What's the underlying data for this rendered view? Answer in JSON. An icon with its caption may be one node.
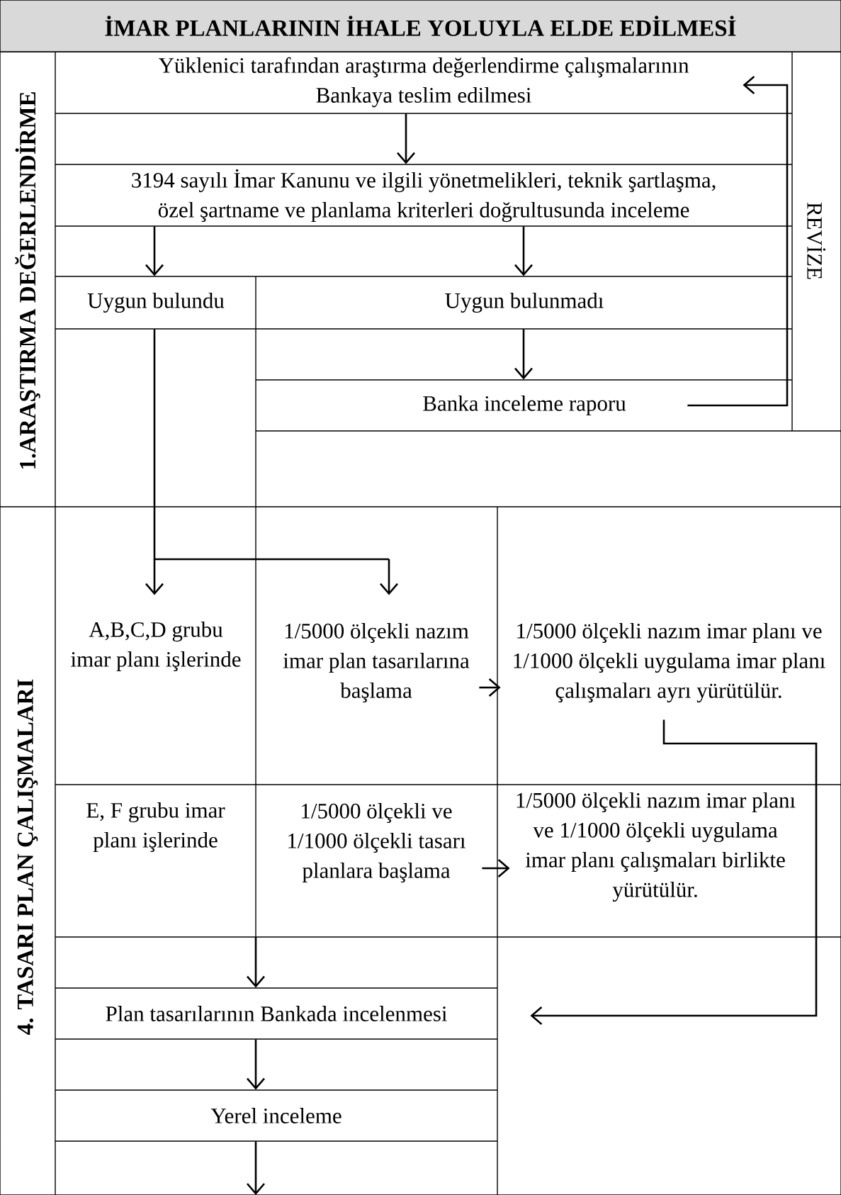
{
  "diagram": {
    "title": "İMAR PLANLARININ İHALE YOLUYLA ELDE EDİLMESİ",
    "nodes": [
      {
        "text": [
          "1.ARAŞTIRMA DEĞERLENDİRME"
        ]
      },
      {
        "text": [
          "Yüklenici tarafından araştırma değerlendirme çalışmalarının Bankaya teslim edilmesi"
        ]
      },
      {
        "text": [
          "3194 sayılı İmar Kanunu ve ilgili yönetmelikleri, teknik şartlaşma, özel şartname ve planlama kriterleri doğrultusunda inceleme"
        ]
      },
      {
        "text": [
          "Uygun bulundu"
        ]
      },
      {
        "text": [
          "Uygun bulunmadı"
        ]
      },
      {
        "text": [
          "Banka inceleme raporu"
        ]
      },
      {
        "text": [
          "REVİZE"
        ]
      },
      {
        "text": [
          "4. TASARI PLAN ÇALIŞMALARI"
        ]
      },
      {
        "text": [
          "A,B,C,D grubu imar planı işlerinde"
        ]
      },
      {
        "text": [
          "1/5000 ölçekli nazım imar plan tasarılarına başlama"
        ]
      },
      {
        "text": [
          "1/5000 ölçekli nazım imar planı ve 1/1000 ölçekli uygulama imar planı çalışmaları ayrı yürütülür."
        ]
      },
      {
        "text": [
          "E, F grubu imar planı işlerinde"
        ]
      },
      {
        "text": [
          "1/5000 ölçekli ve 1/1000 ölçekli tasarı planlara başlama"
        ]
      },
      {
        "text": [
          "1/5000 ölçekli nazım imar planı ve 1/1000 ölçekli uygulama imar planı çalışmaları birlikte yürütülür."
        ]
      },
      {
        "text": [
          "Plan tasarılarının Bankada incelenmesi"
        ]
      },
      {
        "text": [
          "Yerel inceleme"
        ]
      }
    ],
    "edges": [
      {
        "from": 1,
        "to": 2,
        "arrow": "to"
      },
      {
        "from": 2,
        "to": 3,
        "arrow": "to"
      },
      {
        "from": 2,
        "to": 4,
        "arrow": "to"
      },
      {
        "from": 4,
        "to": 5,
        "arrow": "to"
      },
      {
        "from": 5,
        "to": 1,
        "arrow": "to"
      },
      {
        "from": 3,
        "to": 8,
        "arrow": "to"
      },
      {
        "from": 3,
        "to": 9,
        "arrow": "to"
      },
      {
        "from": 9,
        "to": 10,
        "arrow": "to"
      },
      {
        "from": 12,
        "to": 13,
        "arrow": "to"
      },
      {
        "from": 10,
        "to": 14,
        "arrow": "to"
      },
      {
        "from": null,
        "to": 14,
        "arrow": "to"
      },
      {
        "from": 14,
        "to": 15,
        "arrow": "to"
      },
      {
        "from": 15,
        "to": null,
        "arrow": "to"
      }
    ]
  }
}
